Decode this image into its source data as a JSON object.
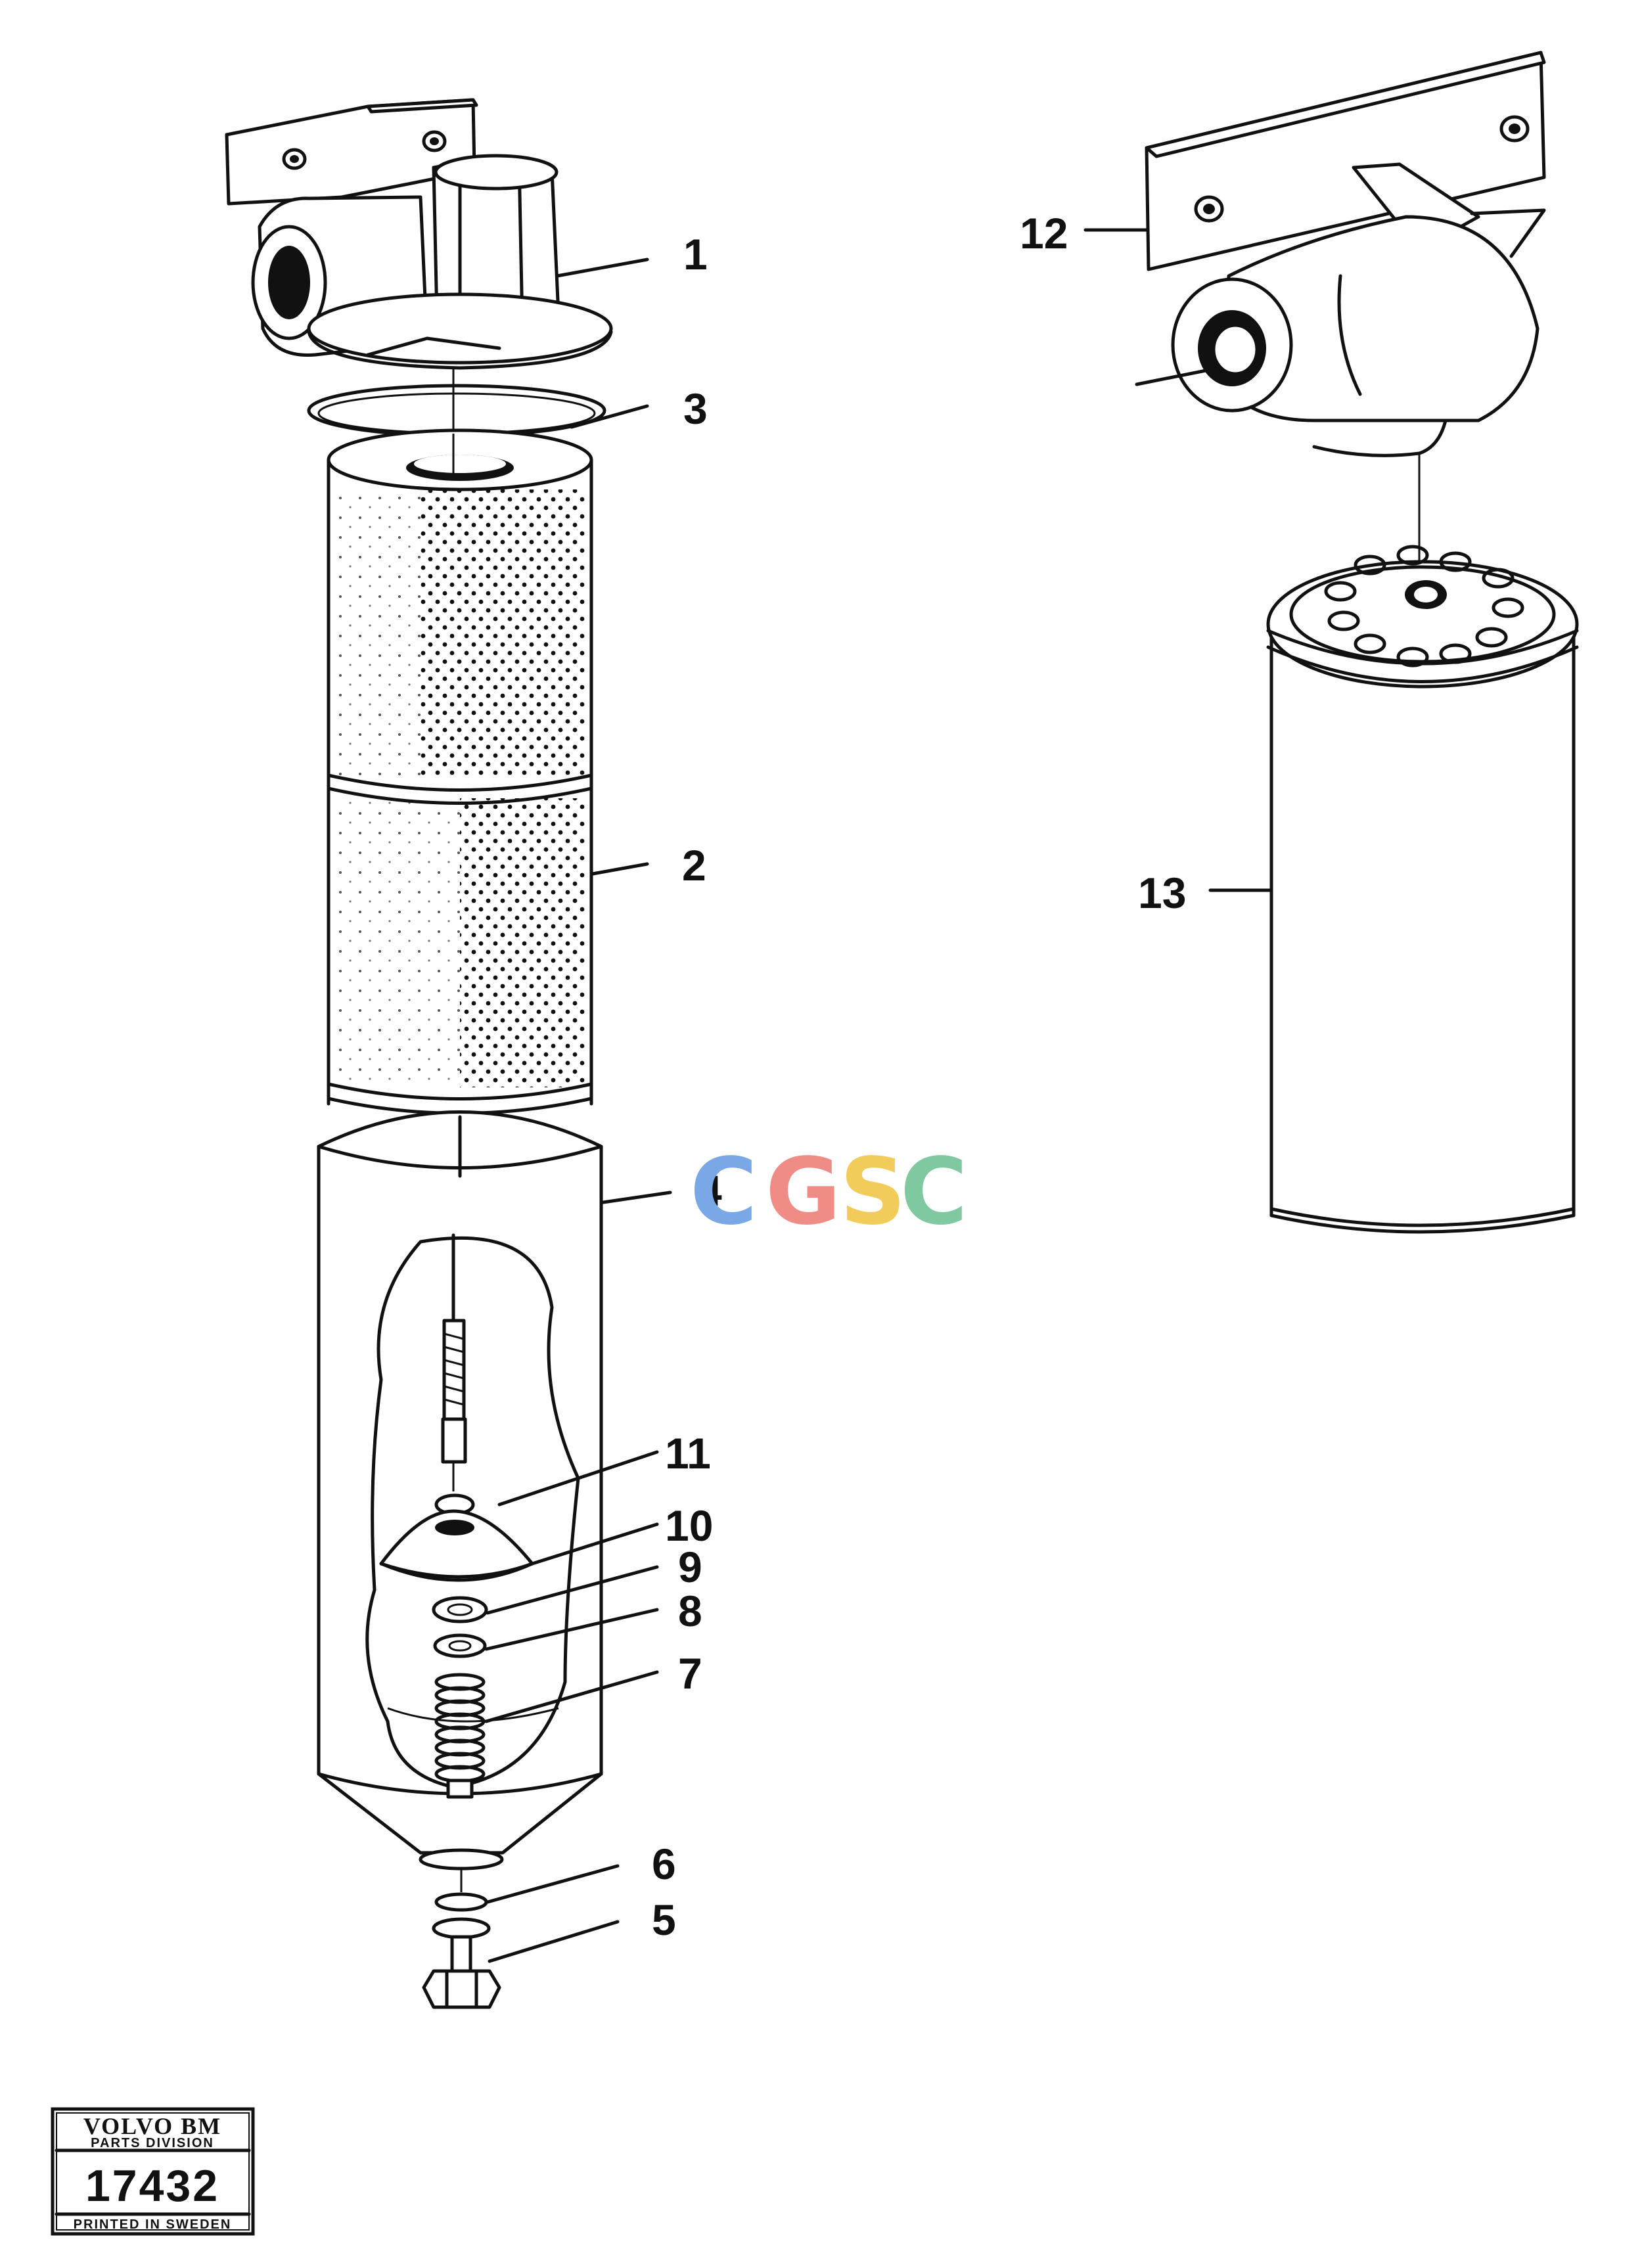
{
  "diagram": {
    "callouts": [
      {
        "id": "1",
        "text": "1"
      },
      {
        "id": "2",
        "text": "2"
      },
      {
        "id": "3",
        "text": "3"
      },
      {
        "id": "4",
        "text": "4"
      },
      {
        "id": "5",
        "text": "5"
      },
      {
        "id": "6",
        "text": "6"
      },
      {
        "id": "7",
        "text": "7"
      },
      {
        "id": "8",
        "text": "8"
      },
      {
        "id": "9",
        "text": "9"
      },
      {
        "id": "10",
        "text": "10"
      },
      {
        "id": "11",
        "text": "11"
      },
      {
        "id": "12",
        "text": "12"
      },
      {
        "id": "13",
        "text": "13"
      }
    ]
  },
  "watermark": {
    "letters": [
      "C",
      "G",
      "S",
      "C"
    ],
    "colors": [
      "#7aa7e6",
      "#ef8c86",
      "#f2cc5a",
      "#7fc8a0"
    ]
  },
  "stamp": {
    "brand": "VOLVO BM",
    "division": "PARTS DIVISION",
    "number": "17432",
    "printed": "PRINTED IN SWEDEN"
  }
}
